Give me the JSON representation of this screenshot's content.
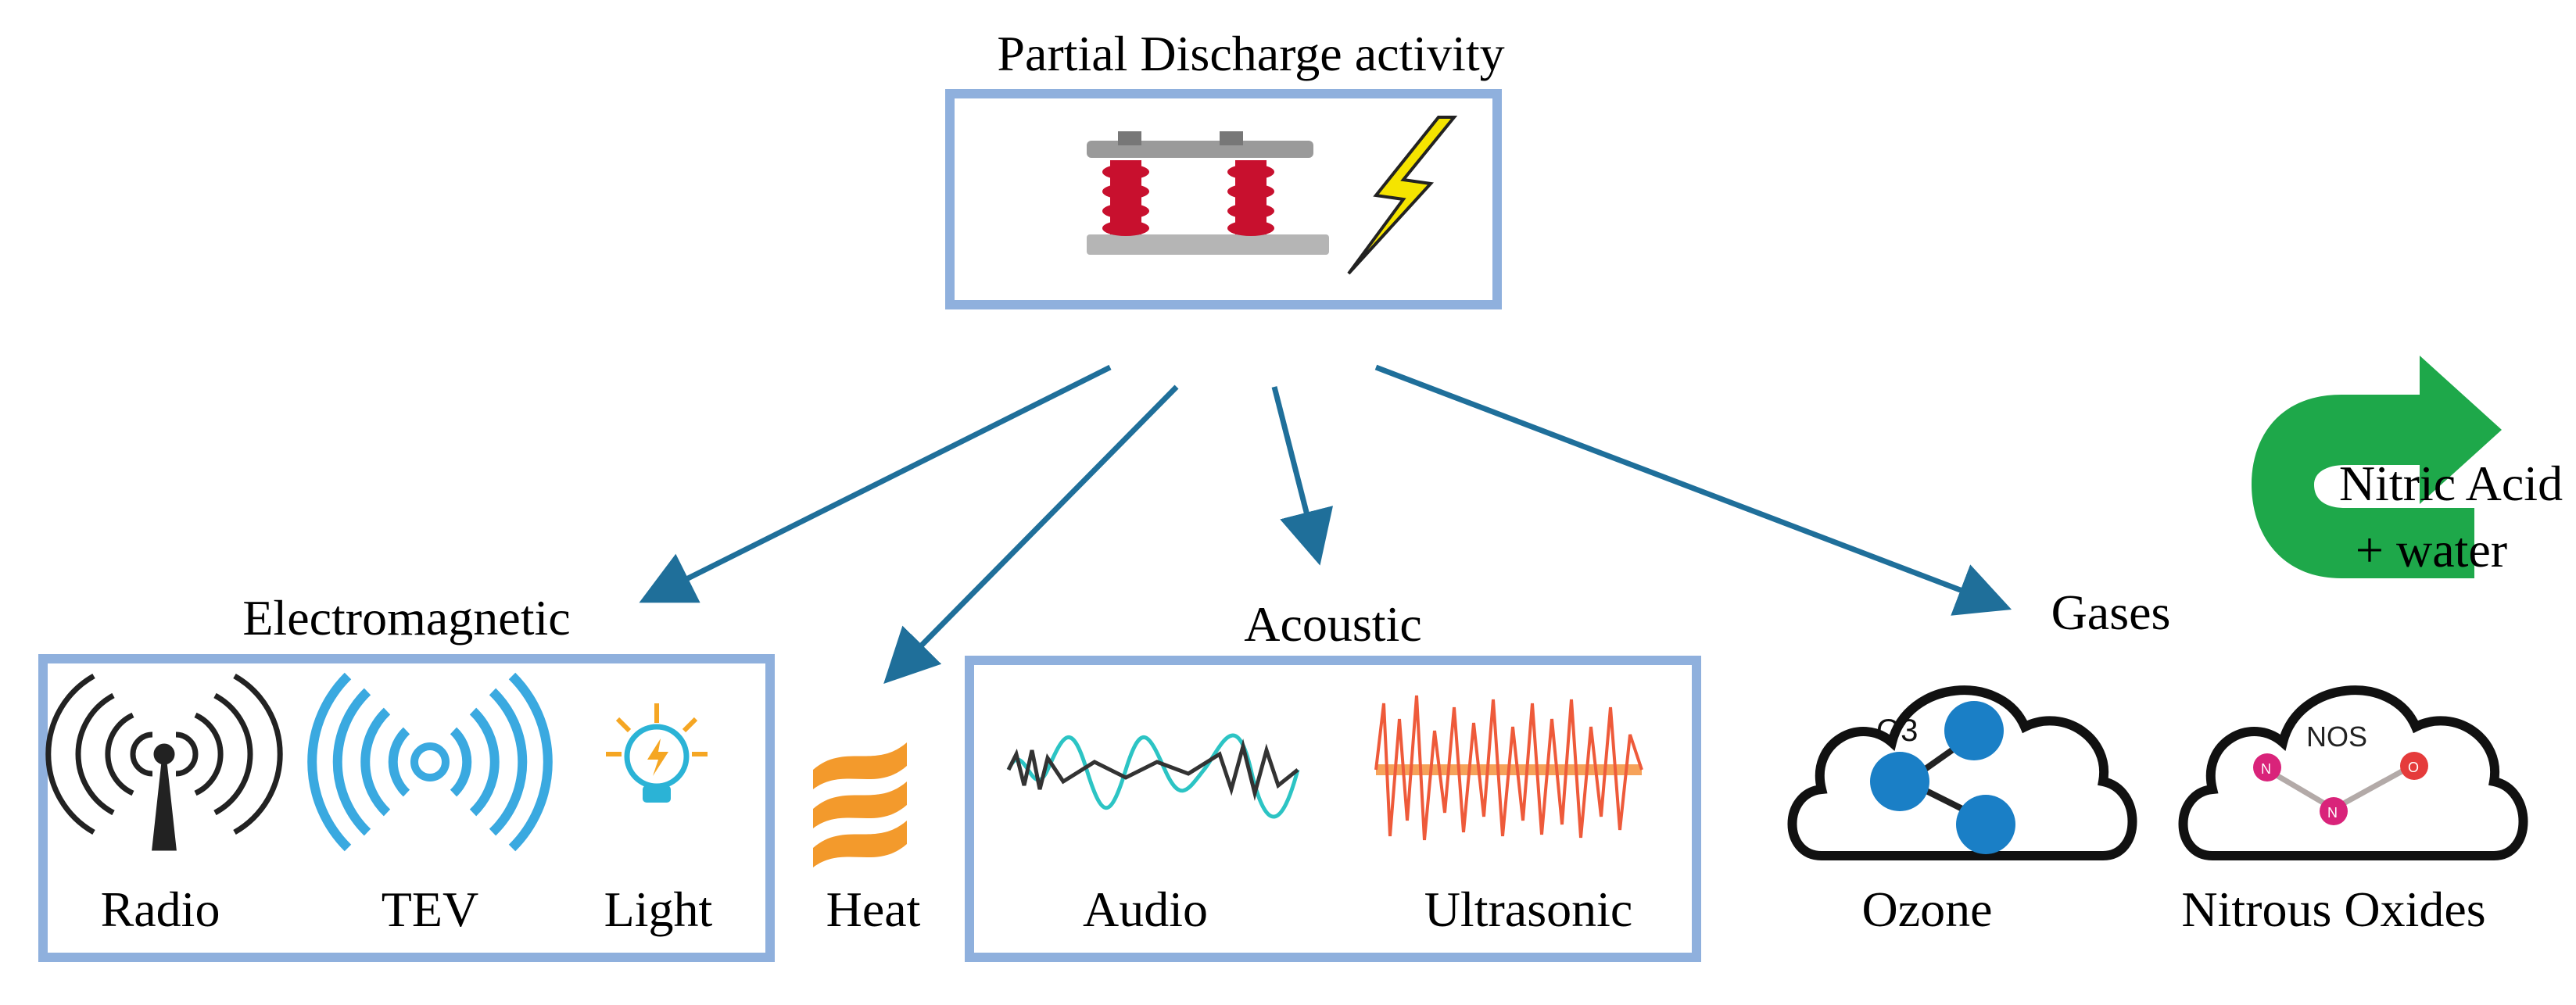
{
  "title": "Partial Discharge activity",
  "groups": {
    "electromagnetic": {
      "label": "Electromagnetic",
      "items": [
        "Radio",
        "TEV",
        "Light"
      ]
    },
    "heat": {
      "label": "Heat"
    },
    "acoustic": {
      "label": "Acoustic",
      "items": [
        "Audio",
        "Ultrasonic"
      ]
    },
    "gases": {
      "label": "Gases",
      "items": [
        "Ozone",
        "Nitrous Oxides"
      ]
    }
  },
  "clouds": {
    "ozone_formula": "O3",
    "nos_label": "NOS",
    "atom_n": "N",
    "atom_o": "O"
  },
  "cycle": {
    "line1": "Nitric Acid",
    "line2": "+ water"
  },
  "colors": {
    "box_border": "#8fb0dd",
    "arrow": "#1f6f9a",
    "insulator": "#c8102e",
    "bolt": "#f5e400",
    "tev": "#3aa9e0",
    "audio_cyan": "#2cc4c4",
    "ultrasonic": "#ee5a3a",
    "heat": "#f39a2c",
    "ozone_atom": "#1a7fc6",
    "nos_atom": "#d9237a",
    "cycle_arrow": "#1ea84a"
  },
  "icons": [
    "switch-insulator-icon",
    "lightning-icon",
    "radio-antenna-icon",
    "tev-waves-icon",
    "light-bulb-icon",
    "heat-flames-icon",
    "audio-wave-icon",
    "ultrasonic-wave-icon",
    "ozone-cloud-icon",
    "nos-cloud-icon",
    "cycle-arrow-icon"
  ]
}
